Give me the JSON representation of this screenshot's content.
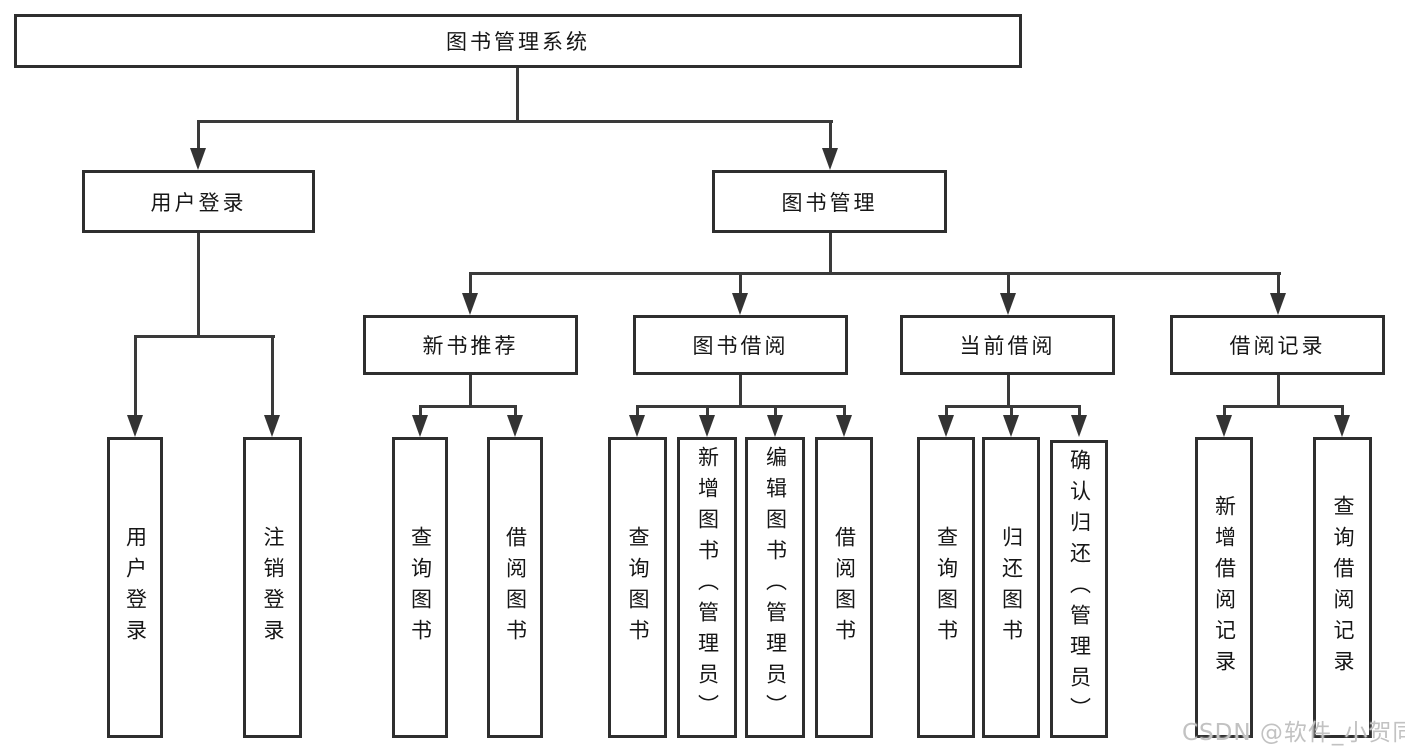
{
  "diagram": {
    "root": {
      "label": "图书管理系统"
    },
    "branches": [
      {
        "label": "用户登录",
        "children": [
          {
            "label": "用户登录"
          },
          {
            "label": "注销登录"
          }
        ]
      },
      {
        "label": "图书管理",
        "children": [
          {
            "label": "新书推荐",
            "children": [
              {
                "label": "查询图书"
              },
              {
                "label": "借阅图书"
              }
            ]
          },
          {
            "label": "图书借阅",
            "children": [
              {
                "label": "查询图书"
              },
              {
                "label": "新增图书（管理员）"
              },
              {
                "label": "编辑图书（管理员）"
              },
              {
                "label": "借阅图书"
              }
            ]
          },
          {
            "label": "当前借阅",
            "children": [
              {
                "label": "查询图书"
              },
              {
                "label": "归还图书"
              },
              {
                "label": "确认归还（管理员）"
              }
            ]
          },
          {
            "label": "借阅记录",
            "children": [
              {
                "label": "新增借阅记录"
              },
              {
                "label": "查询借阅记录"
              }
            ]
          }
        ]
      }
    ]
  },
  "watermark": {
    "text": "CSDN @软件_小贺同学"
  },
  "colors": {
    "line": "#3a3a3a",
    "border": "#2e2e2e",
    "text": "#161616",
    "watermark_text": "#c2c2c2",
    "background": "#ffffff"
  }
}
